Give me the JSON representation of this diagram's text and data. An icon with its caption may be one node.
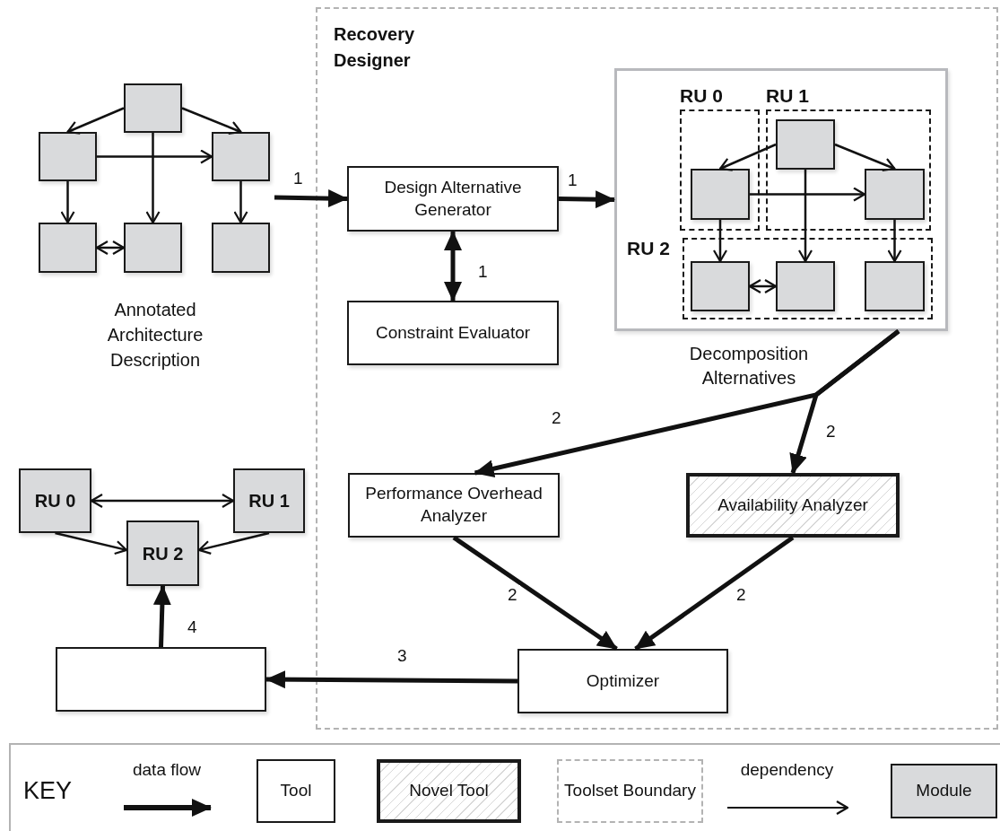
{
  "diagram": {
    "nodes": [
      {
        "text": [
          "Annotated Architecture Description"
        ]
      },
      {
        "text": [],
        "shape": "box",
        "in": 0
      },
      {
        "text": [],
        "shape": "box",
        "in": 0
      },
      {
        "text": [],
        "shape": "box",
        "in": 0
      },
      {
        "text": [],
        "shape": "box",
        "in": 0
      },
      {
        "text": [],
        "shape": "box",
        "in": 0
      },
      {
        "text": [],
        "shape": "box",
        "in": 0
      },
      {
        "text": [
          "Recovery Designer"
        ]
      },
      {
        "text": [
          "Design Alternative Generator"
        ],
        "in": 7
      },
      {
        "text": [
          "Decomposition Alternatives"
        ],
        "in": 7
      },
      {
        "text": [
          "RU 0"
        ],
        "in": 9
      },
      {
        "text": [
          "RU 1"
        ],
        "in": 9
      },
      {
        "text": [
          "RU 2"
        ],
        "in": 9
      },
      {
        "text": [],
        "shape": "box",
        "in": 10
      },
      {
        "text": [],
        "shape": "box",
        "in": 11
      },
      {
        "text": [],
        "shape": "box",
        "in": 11
      },
      {
        "text": [],
        "shape": "box",
        "in": 12
      },
      {
        "text": [],
        "shape": "box",
        "in": 12
      },
      {
        "text": [],
        "shape": "box",
        "in": 12
      },
      {
        "text": [
          "Constraint Evaluator"
        ],
        "in": 7
      },
      {
        "text": [
          "Performance Overhead Analyzer"
        ],
        "in": 7
      },
      {
        "text": [
          "Availability Analyzer"
        ],
        "in": 7
      },
      {
        "text": [
          "RU 0"
        ]
      },
      {
        "text": [
          "RU 1"
        ]
      },
      {
        "text": [
          "RU 2"
        ]
      },
      {
        "text": [],
        "shape": "box"
      },
      {
        "text": [
          "Optimizer"
        ],
        "in": 7
      }
    ],
    "edges": [
      {
        "from": 0,
        "to": 8,
        "arrow": "to",
        "label": "1",
        "style": "thick"
      },
      {
        "from": 8,
        "to": 9,
        "arrow": "to",
        "label": "1",
        "style": "thick"
      },
      {
        "from": 8,
        "to": 19,
        "arrow": "both",
        "label": "1",
        "style": "thick"
      },
      {
        "from": 1,
        "to": 2,
        "arrow": "to"
      },
      {
        "from": 1,
        "to": 3,
        "arrow": "to"
      },
      {
        "from": 2,
        "to": 3,
        "arrow": "to"
      },
      {
        "from": 1,
        "to": 5,
        "arrow": "to"
      },
      {
        "from": 2,
        "to": 4,
        "arrow": "to"
      },
      {
        "from": 3,
        "to": 6,
        "arrow": "to"
      },
      {
        "from": 4,
        "to": 5,
        "arrow": "both"
      },
      {
        "from": 14,
        "to": 13,
        "arrow": "to"
      },
      {
        "from": 14,
        "to": 15,
        "arrow": "to"
      },
      {
        "from": 13,
        "to": 15,
        "arrow": "to"
      },
      {
        "from": 14,
        "to": 17,
        "arrow": "to"
      },
      {
        "from": 13,
        "to": 16,
        "arrow": "to"
      },
      {
        "from": 15,
        "to": 18,
        "arrow": "to"
      },
      {
        "from": 16,
        "to": 17,
        "arrow": "both"
      },
      {
        "from": 9,
        "to": 20,
        "arrow": "to",
        "label": "2",
        "style": "thick"
      },
      {
        "from": 9,
        "to": 21,
        "arrow": "to",
        "label": "2",
        "style": "thick"
      },
      {
        "from": 20,
        "to": 26,
        "arrow": "to",
        "label": "2",
        "style": "thick"
      },
      {
        "from": 21,
        "to": 26,
        "arrow": "to",
        "label": "2",
        "style": "thick"
      },
      {
        "from": 26,
        "to": 25,
        "arrow": "to",
        "label": "3",
        "style": "thick"
      },
      {
        "from": 25,
        "to": 24,
        "arrow": "to",
        "label": "4",
        "style": "thick"
      },
      {
        "from": 22,
        "to": 23,
        "arrow": "both"
      },
      {
        "from": 22,
        "to": 24,
        "arrow": "to"
      },
      {
        "from": 23,
        "to": 24,
        "arrow": "to"
      }
    ],
    "labels": [
      "KEY"
    ],
    "legend": [
      {
        "text": "data flow"
      },
      {
        "text": "Tool"
      },
      {
        "text": "Novel Tool"
      },
      {
        "text": "Toolset Boundary"
      },
      {
        "text": "dependency"
      },
      {
        "text": "Module"
      }
    ]
  }
}
